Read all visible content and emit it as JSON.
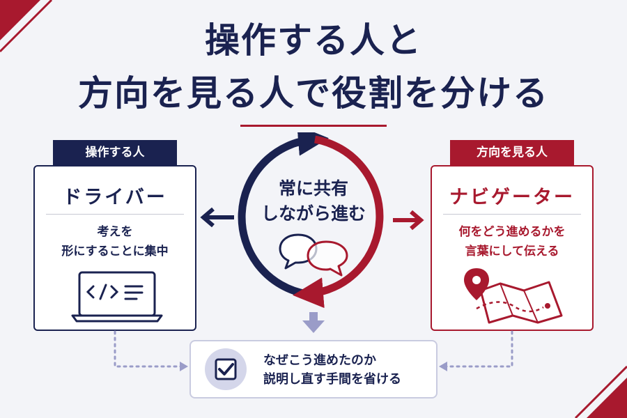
{
  "title": {
    "line1": "操作する人と",
    "line2": "方向を見る人で役割を分ける"
  },
  "driver": {
    "tab": "操作する人",
    "name": "ドライバー",
    "desc_line1": "考えを",
    "desc_line2": "形にすることに集中",
    "icon": "laptop-code-icon"
  },
  "navigator": {
    "tab": "方向を見る人",
    "name": "ナビゲーター",
    "desc_line1": "何をどう進めるかを",
    "desc_line2": "言葉にして伝える",
    "icon": "map-pin-icon"
  },
  "center": {
    "line1": "常に共有",
    "line2": "しながら進む",
    "icon": "chat-bubbles-icon"
  },
  "result": {
    "line1": "なぜこう進めたのか",
    "line2": "説明し直す手間を省ける",
    "icon": "checkbox-icon"
  },
  "colors": {
    "navy": "#1a2250",
    "red": "#a8192e",
    "lavender": "#9a9cc8",
    "background": "#f3f4f8"
  }
}
